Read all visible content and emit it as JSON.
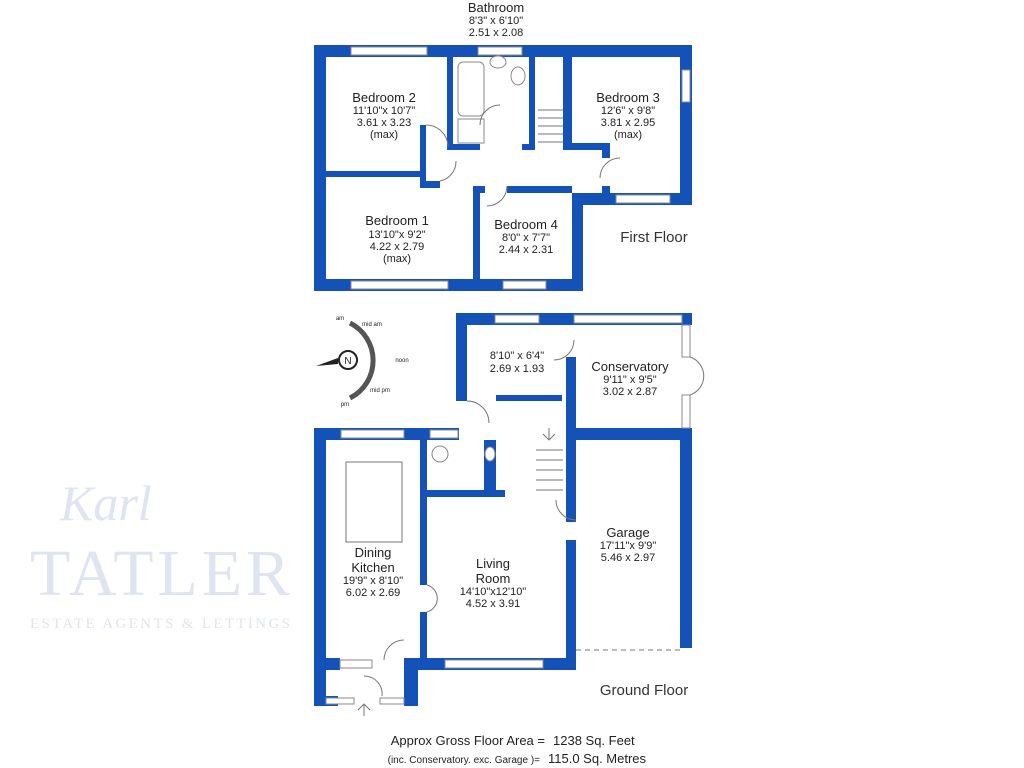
{
  "watermark": {
    "script": "Karl",
    "name": "TATLER",
    "tagline": "ESTATE AGENTS & LETTINGS"
  },
  "first_floor": {
    "label": "First Floor",
    "rooms": [
      {
        "name": "Bathroom",
        "imperial": "8'3\"  x 6'10\"",
        "metric": "2.51 x 2.08"
      },
      {
        "name": "Bedroom 2",
        "imperial": "11'10\"x 10'7\"",
        "metric": "3.61 x 3.23",
        "note": "(max)"
      },
      {
        "name": "Bedroom 3",
        "imperial": "12'6\" x 9'8\"",
        "metric": "3.81 x 2.95",
        "note": "(max)"
      },
      {
        "name": "Bedroom 1",
        "imperial": "13'10\"x 9'2\"",
        "metric": "4.22 x 2.79",
        "note": "(max)"
      },
      {
        "name": "Bedroom 4",
        "imperial": "8'0\"  x 7'7\"",
        "metric": "2.44 x 2.31"
      }
    ]
  },
  "ground_floor": {
    "label": "Ground Floor",
    "rooms": [
      {
        "name": "",
        "imperial": "8'10\"  x  6'4\"",
        "metric": "2.69 x 1.93"
      },
      {
        "name": "Conservatory",
        "imperial": "9'11\" x 9'5\"",
        "metric": "3.02 x 2.87"
      },
      {
        "name": "Garage",
        "imperial": "17'11\"x  9'9\"",
        "metric": "5.46 x 2.97"
      },
      {
        "name": "Dining",
        "name2": "Kitchen",
        "imperial": "19'9\" x 8'10\"",
        "metric": "6.02 x 2.69"
      },
      {
        "name": "Living",
        "name2": "Room",
        "imperial": "14'10\"x12'10\"",
        "metric": "4.52 x 3.91"
      }
    ]
  },
  "compass": {
    "north": "N",
    "labels": [
      "am",
      "mid am",
      "noon",
      "mid pm",
      "pm"
    ]
  },
  "area": {
    "line1_label": "Approx Gross Floor Area  =",
    "line1_value": "1238  Sq. Feet",
    "line2_label": "(inc. Conservatory. exc. Garage )=",
    "line2_value": "115.0  Sq. Metres"
  }
}
